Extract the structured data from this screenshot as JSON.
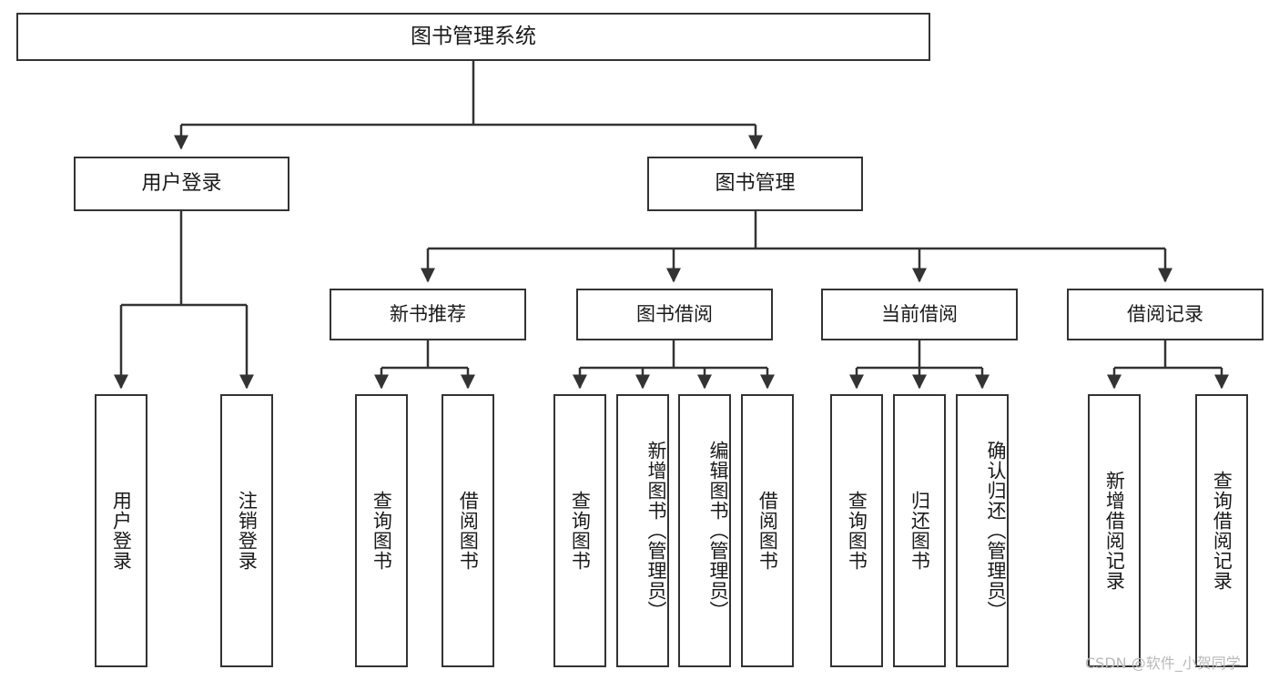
{
  "diagram": {
    "title": "图书管理系统",
    "watermark": "CSDN @软件_小贺同学",
    "colors": {
      "border": "#333333",
      "background": "#ffffff",
      "text": "#1a1a1a",
      "watermark": "#b9b9b9"
    },
    "root": {
      "label": "图书管理系统"
    },
    "level1": [
      {
        "label": "用户登录"
      },
      {
        "label": "图书管理"
      }
    ],
    "level2": [
      {
        "label": "新书推荐"
      },
      {
        "label": "图书借阅"
      },
      {
        "label": "当前借阅"
      },
      {
        "label": "借阅记录"
      }
    ],
    "leaves": {
      "user_login": [
        {
          "label": "用户登录"
        },
        {
          "label": "注销登录"
        }
      ],
      "new_book_recommend": [
        {
          "label": "查询图书"
        },
        {
          "label": "借阅图书"
        }
      ],
      "book_borrow": [
        {
          "label": "查询图书"
        },
        {
          "label": "新增图书（管理员）"
        },
        {
          "label": "编辑图书（管理员）"
        },
        {
          "label": "借阅图书"
        }
      ],
      "current_borrow": [
        {
          "label": "查询图书"
        },
        {
          "label": "归还图书"
        },
        {
          "label": "确认归还（管理员）"
        }
      ],
      "borrow_record": [
        {
          "label": "新增借阅记录"
        },
        {
          "label": "查询借阅记录"
        }
      ]
    }
  }
}
